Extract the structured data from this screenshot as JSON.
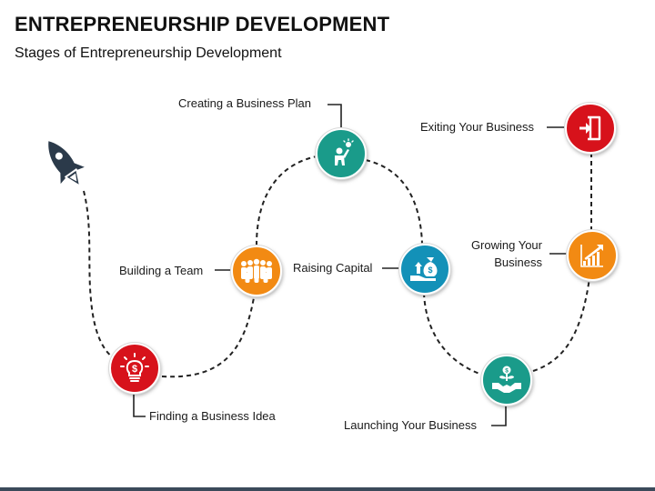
{
  "header": {
    "title": "ENTREPRENEURSHIP DEVELOPMENT",
    "subtitle": "Stages of Entrepreneurship Development"
  },
  "stages": [
    {
      "label": "Finding a Business Idea",
      "color": "#d7121b",
      "icon": "lightbulb-dollar-icon"
    },
    {
      "label": "Building a Team",
      "color": "#f28a13",
      "icon": "team-icon"
    },
    {
      "label": "Creating a Business Plan",
      "color": "#1a9b8a",
      "icon": "idea-person-icon"
    },
    {
      "label": "Raising Capital",
      "color": "#1391b8",
      "icon": "money-bag-hand-icon"
    },
    {
      "label": "Launching Your Business",
      "color": "#1a9b8a",
      "icon": "handshake-plant-icon"
    },
    {
      "label": "Growing Your Business",
      "color": "#f28a13",
      "icon": "growth-chart-icon"
    },
    {
      "label": "Exiting Your Business",
      "color": "#d7121b",
      "icon": "exit-door-icon"
    }
  ],
  "start_icon": "rocket-icon"
}
